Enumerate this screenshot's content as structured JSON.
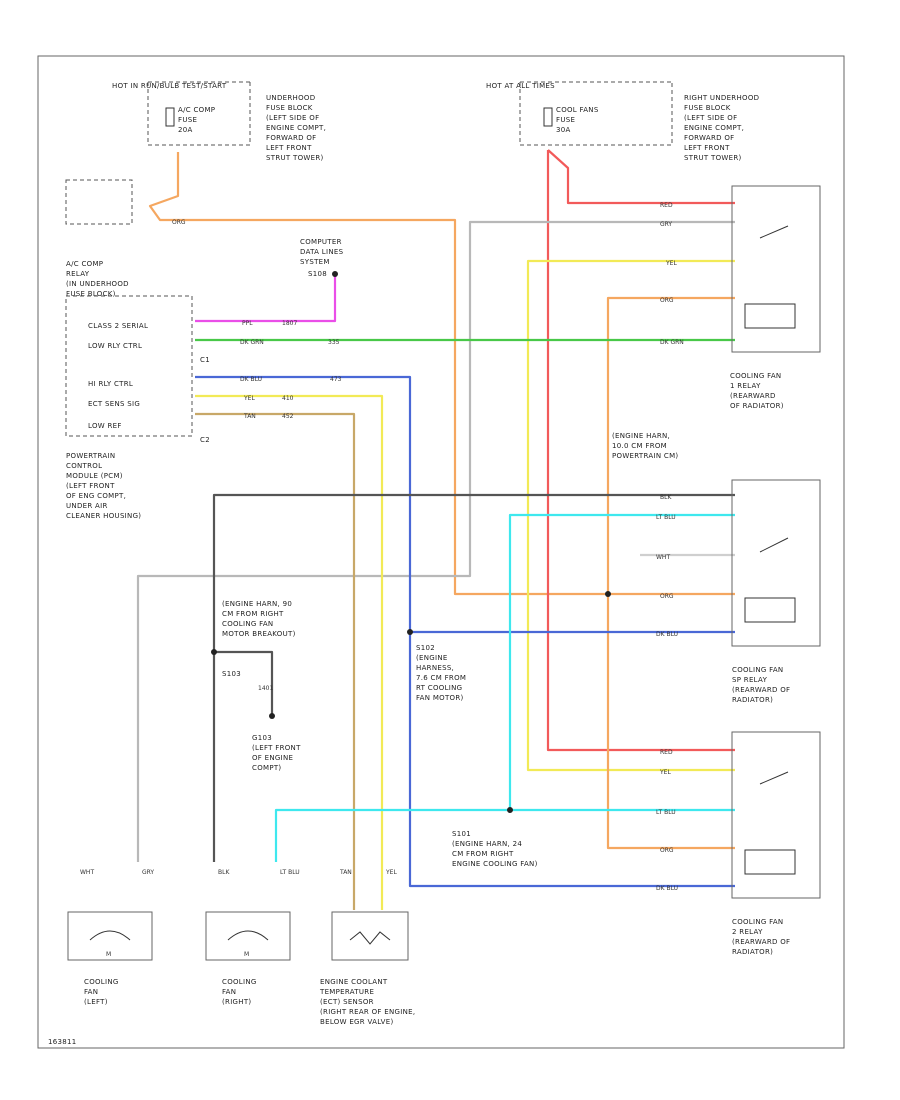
{
  "colors": {
    "org": "#f5a760",
    "red": "#f25a5a",
    "gry": "#b8b8b8",
    "yel": "#f2ea56",
    "ppl": "#ea4ee8",
    "grn": "#48c848",
    "blu": "#4a68d6",
    "tan": "#c8a868",
    "ltblu": "#3ee8ee",
    "blk": "#555555",
    "wht": "#cfcfcf"
  },
  "texts": {
    "hot_start": "HOT IN RUN/BULB TEST/START",
    "acfuse": [
      "A/C COMP",
      "FUSE",
      "20A"
    ],
    "ub_left": [
      "UNDERHOOD",
      "FUSE BLOCK",
      "(LEFT SIDE OF",
      "ENGINE COMPT,",
      "FORWARD OF",
      "LEFT FRONT",
      "STRUT TOWER)"
    ],
    "hot_all": "HOT AT ALL TIMES",
    "coolfuse": [
      "COOL FANS",
      "FUSE",
      "30A"
    ],
    "ub_right": [
      "RIGHT UNDERHOOD",
      "FUSE BLOCK",
      "(LEFT SIDE OF",
      "ENGINE COMPT,",
      "FORWARD OF",
      "LEFT FRONT",
      "STRUT TOWER)"
    ],
    "acrelay": [
      "A/C COMP",
      "RELAY",
      "(IN UNDERHOOD",
      "FUSE BLOCK)"
    ],
    "computer_dl": [
      "COMPUTER",
      "DATA LINES",
      "SYSTEM"
    ],
    "pcm_pins": [
      "CLASS 2 SERIAL",
      "LOW RLY CTRL",
      "C1",
      "HI RLY CTRL",
      "ECT SENS SIG",
      "LOW REF",
      "C2"
    ],
    "pcm_label": [
      "POWERTRAIN",
      "CONTROL",
      "MODULE (PCM)",
      "(LEFT FRONT",
      "OF ENG COMPT,",
      "UNDER AIR",
      "CLEANER HOUSING)"
    ],
    "cf1": [
      "COOLING FAN",
      "1 RELAY",
      "(REARWARD",
      "OF RADIATOR)"
    ],
    "eh_rad": [
      "(ENGINE HARN,",
      "10.0 CM FROM",
      "POWERTRAIN CM)"
    ],
    "s108": "S108",
    "cf2": [
      "COOLING FAN",
      "SP RELAY",
      "(REARWARD OF",
      "RADIATOR)"
    ],
    "eh_left": [
      "(ENGINE HARN, 90",
      "CM FROM RIGHT",
      "COOLING FAN",
      "MOTOR BREAKOUT)"
    ],
    "s103": "S103",
    "g103": [
      "G103",
      "(LEFT FRONT",
      "OF ENGINE",
      "COMPT)"
    ],
    "s102": [
      "S102",
      "(ENGINE",
      "HARNESS,",
      "7.6 CM FROM",
      "RT COOLING",
      "FAN MOTOR)"
    ],
    "s101": [
      "S101",
      "(ENGINE HARN, 24",
      "CM FROM RIGHT",
      "ENGINE COOLING FAN)"
    ],
    "cf3": [
      "COOLING FAN",
      "2 RELAY",
      "(REARWARD OF",
      "RADIATOR)"
    ],
    "fan_left": [
      "COOLING",
      "FAN",
      "(LEFT)"
    ],
    "fan_right": [
      "COOLING",
      "FAN",
      "(RIGHT)"
    ],
    "ect": [
      "ENGINE COOLANT",
      "TEMPERATURE",
      "(ECT) SENSOR",
      "(RIGHT REAR OF ENGINE,",
      "BELOW EGR VALVE)"
    ],
    "figno": "163811"
  },
  "wire_labels": {
    "org": "ORG",
    "red": "RED",
    "gry": "GRY",
    "yel": "YEL",
    "org2": "ORG",
    "dkgrn": "DK GRN",
    "blk": "BLK",
    "ltblu": "LT BLU",
    "wht": "WHT",
    "org3": "ORG",
    "dkblu": "DK BLU",
    "red2": "RED",
    "yel2": "YEL",
    "ltblu2": "LT BLU",
    "org4": "ORG",
    "dkblu2": "DK BLU",
    "ppl": "PPL",
    "c1n": "1807",
    "dkgrn2": "DK GRN",
    "c2n": "335",
    "dkblu3": "DK BLU",
    "c3n": "473",
    "yel3": "YEL",
    "c4n": "410",
    "tan": "TAN",
    "c5n": "452",
    "wht2": "WHT",
    "gry2": "GRY",
    "blk2": "BLK",
    "ltblu3": "LT BLU",
    "tan2": "TAN",
    "yel4": "YEL",
    "m": "M",
    "circ1": "1401"
  }
}
